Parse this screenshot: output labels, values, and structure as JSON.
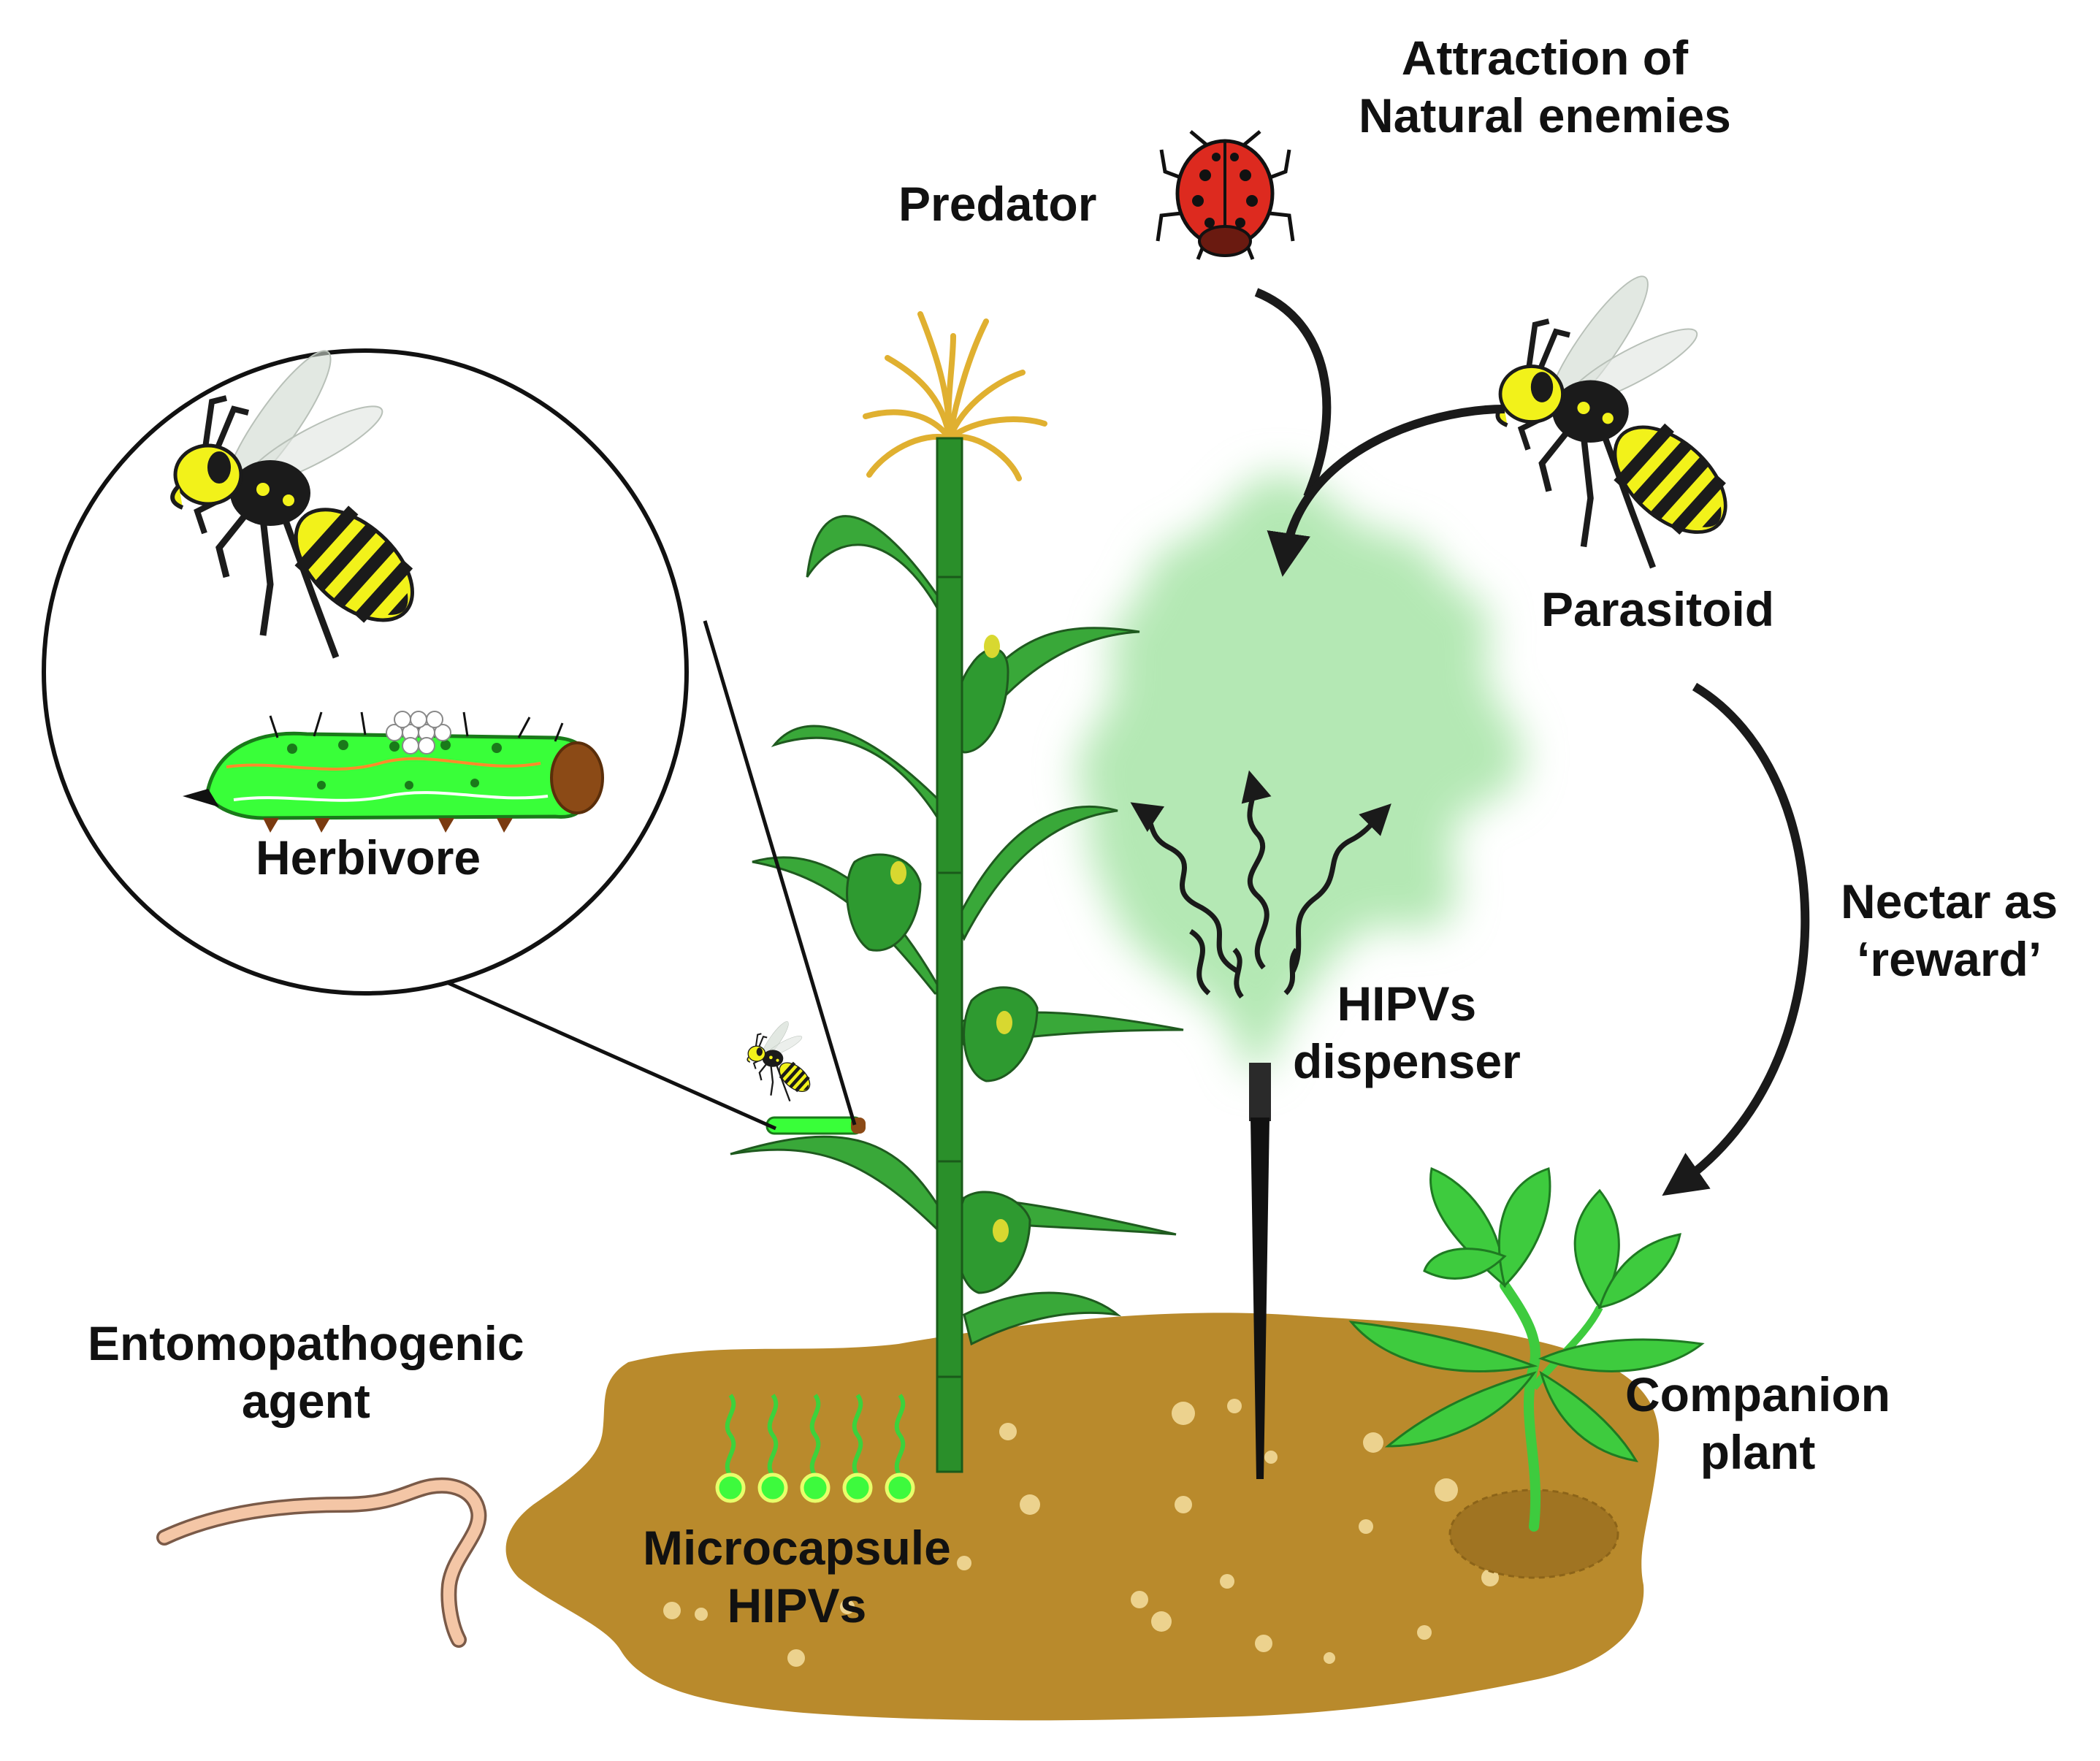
{
  "labels": {
    "attraction": [
      "Attraction of",
      "Natural enemies"
    ],
    "predator": "Predator",
    "parasitoid": "Parasitoid",
    "herbivore": "Herbivore",
    "nectar": [
      "Nectar as",
      "‘reward’"
    ],
    "dispenser": [
      "HIPVs",
      "dispenser"
    ],
    "entomopathogenic": [
      "Entomopathogenic",
      "agent"
    ],
    "microcapsule": [
      "Microcapsule",
      "HIPVs"
    ],
    "companion": [
      "Companion",
      "plant"
    ]
  },
  "colors": {
    "soil": "#b98a2c",
    "soil_speck": "#ecd28e",
    "leaf": "#39a839",
    "leaf_dark": "#1f7a22",
    "stalk": "#2a8f2a",
    "cloud": "#b4e8b4",
    "wasp_yellow": "#f2f21a",
    "wasp_black": "#1b1b1b",
    "ladybug": "#dd2a1f",
    "worm": "#f4c6a6",
    "caterpillar": "#39ff39",
    "companion_leaf": "#3ecb3e",
    "tassel": "#e0b030",
    "arrow": "#1a1a1a"
  }
}
